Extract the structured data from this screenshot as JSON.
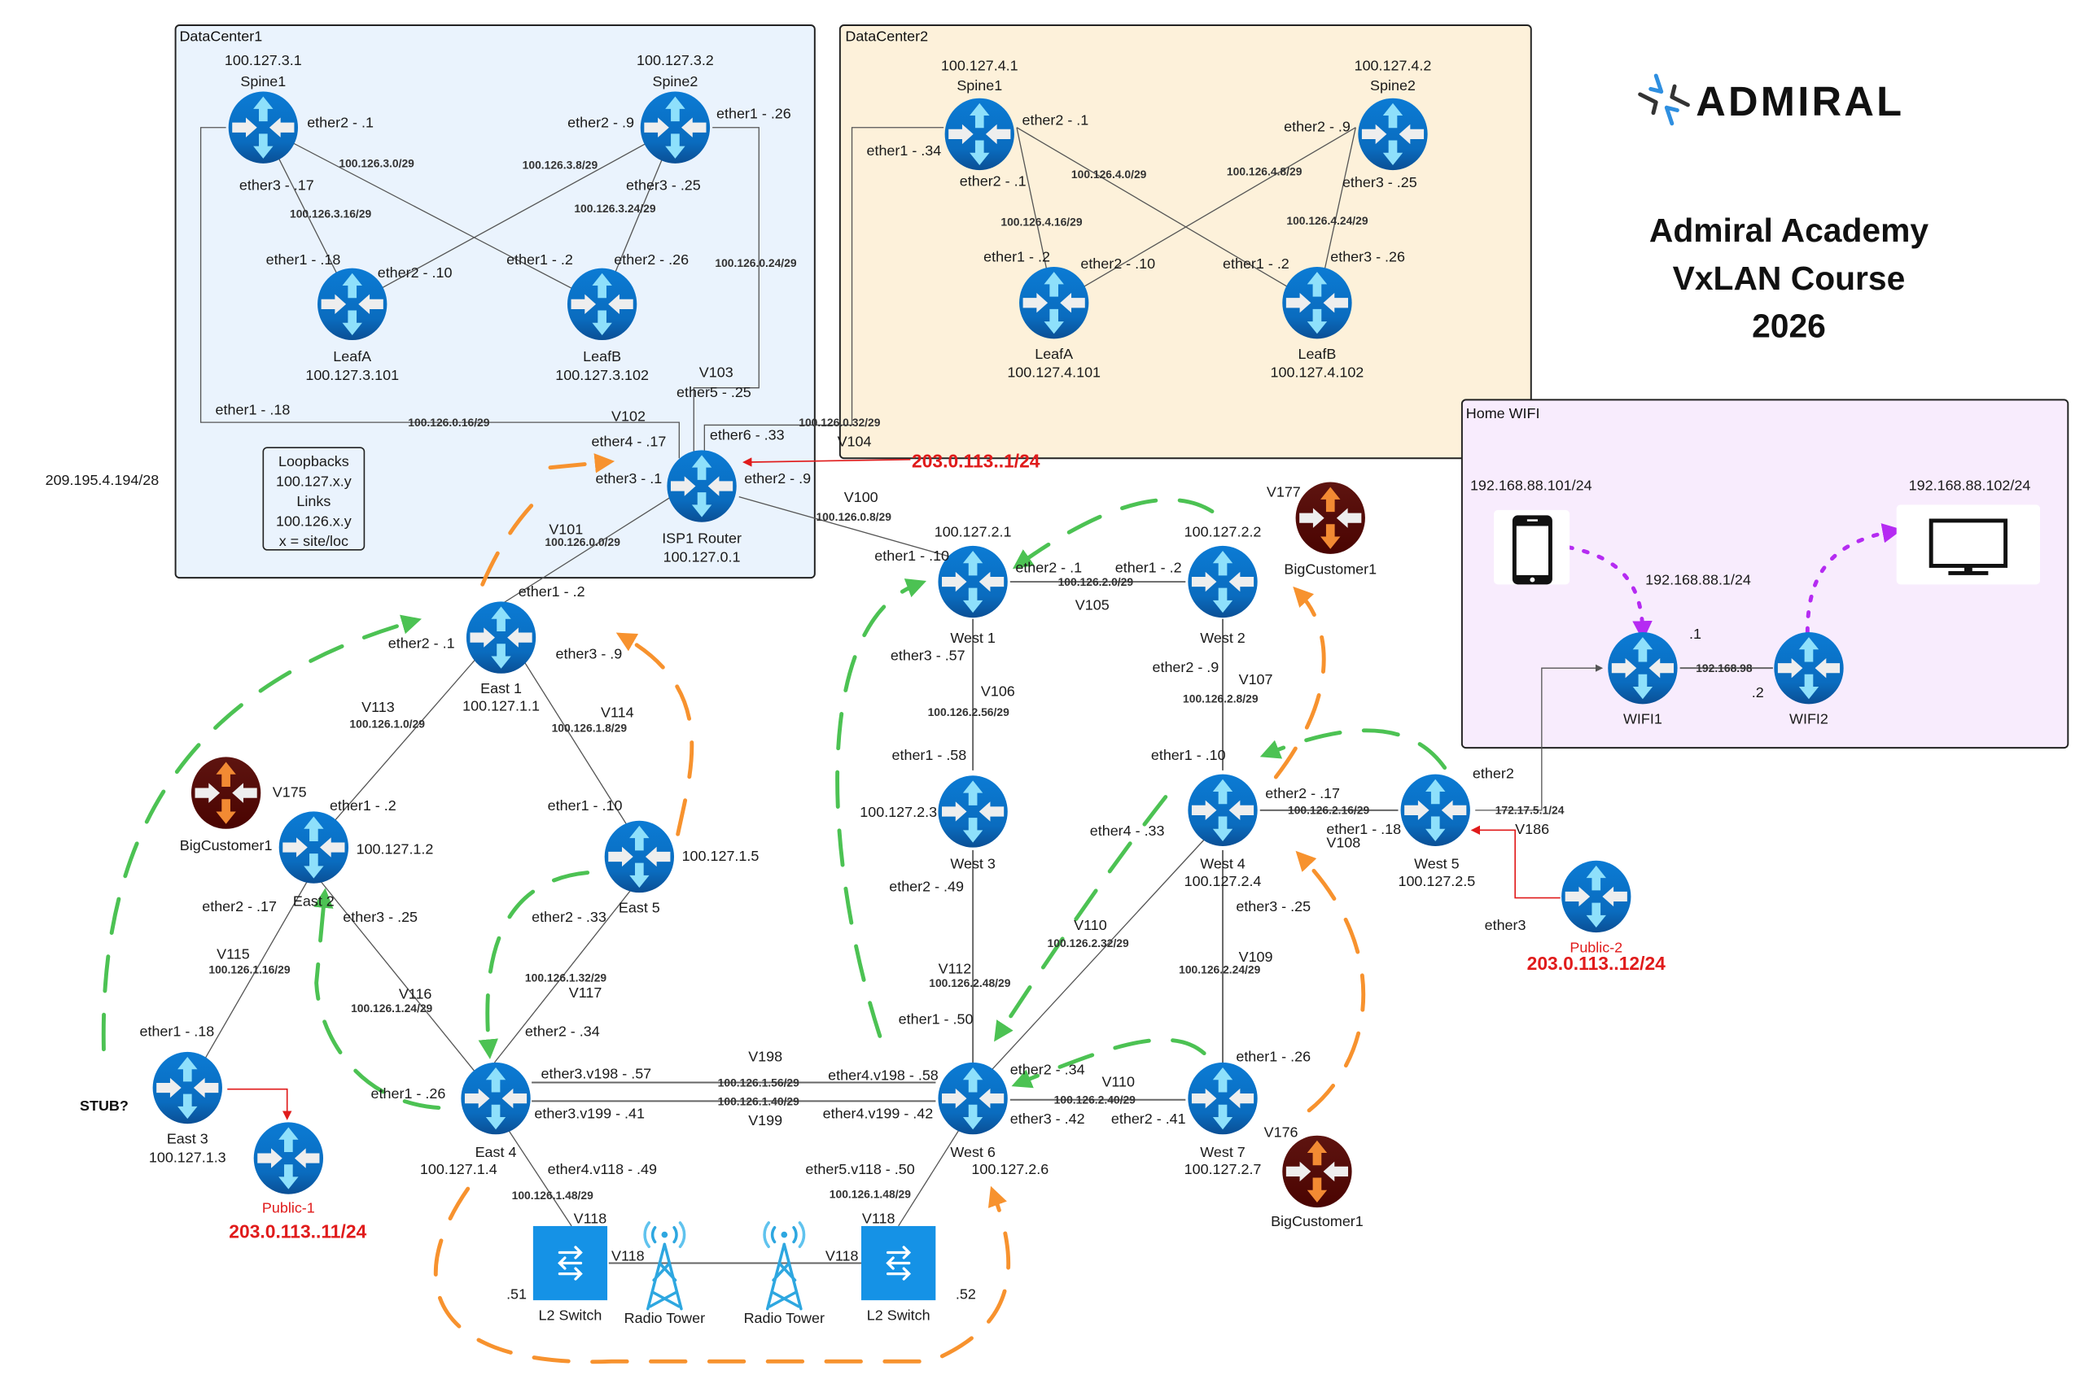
{
  "title": {
    "lines": [
      "Admiral Academy",
      "VxLAN Course",
      "2026"
    ]
  },
  "logo": {
    "text": "ADMIRAL",
    "icon": "compass-logo-icon"
  },
  "colors": {
    "router_blue": "#0b72c4",
    "router_dark_blue": "#0a5aa0",
    "customer_router": "#5a0a06",
    "customer_arrow": "#f28a33",
    "arrow_light": "#8ee0fb",
    "green_path": "#4cc253",
    "orange_path": "#f7922e",
    "purple_path": "#b52bf2",
    "public_red": "#e01b1b",
    "dc1_bg": "#eaf3fd",
    "dc2_bg": "#fdf1da",
    "wifi_bg": "#f8ecfd",
    "switch_blue": "#1592e6"
  },
  "groups": {
    "dc1": "DataCenter1",
    "dc2": "DataCenter2",
    "wifi": "Home WIFI"
  },
  "legend_box": {
    "lines": [
      "Loopbacks",
      "100.127.x.y",
      "Links",
      "100.126.x.y",
      "x = site/loc"
    ]
  },
  "floating": {
    "wan_ip": "209.195.4.194/28",
    "stub": "STUB?",
    "isp_public": "203.0.113..1/24"
  },
  "nodes": {
    "dc1_spine1": {
      "name": "Spine1",
      "ip": "100.127.3.1"
    },
    "dc1_spine2": {
      "name": "Spine2",
      "ip": "100.127.3.2"
    },
    "dc1_leafa": {
      "name": "LeafA",
      "ip": "100.127.3.101"
    },
    "dc1_leafb": {
      "name": "LeafB",
      "ip": "100.127.3.102"
    },
    "isp1": {
      "name": "ISP1 Router",
      "ip": "100.127.0.1"
    },
    "dc2_spine1": {
      "name": "Spine1",
      "ip": "100.127.4.1"
    },
    "dc2_spine2": {
      "name": "Spine2",
      "ip": "100.127.4.2"
    },
    "dc2_leafa": {
      "name": "LeafA",
      "ip": "100.127.4.101"
    },
    "dc2_leafb": {
      "name": "LeafB",
      "ip": "100.127.4.102"
    },
    "east1": {
      "name": "East 1",
      "ip": "100.127.1.1"
    },
    "east2": {
      "name": "East 2",
      "ip": "100.127.1.2"
    },
    "east3": {
      "name": "East 3",
      "ip": "100.127.1.3"
    },
    "east4": {
      "name": "East 4",
      "ip": "100.127.1.4"
    },
    "east5": {
      "name": "East 5",
      "ip": "100.127.1.5"
    },
    "west1": {
      "name": "West 1",
      "ip": "100.127.2.1"
    },
    "west2": {
      "name": "West 2",
      "ip": "100.127.2.2"
    },
    "west3": {
      "name": "West 3",
      "ip": "100.127.2.3"
    },
    "west4": {
      "name": "West 4",
      "ip": "100.127.2.4"
    },
    "west5": {
      "name": "West 5",
      "ip": "100.127.2.5"
    },
    "west6": {
      "name": "West 6",
      "ip": "100.127.2.6"
    },
    "west7": {
      "name": "West 7",
      "ip": "100.127.2.7"
    },
    "public1": {
      "name": "Public-1",
      "ip": "203.0.113..11/24"
    },
    "public2": {
      "name": "Public-2",
      "ip": "203.0.113..12/24"
    },
    "bigcust_east": {
      "name": "BigCustomer1",
      "vlan": "V175"
    },
    "bigcust_west2": {
      "name": "BigCustomer1",
      "vlan": "V177"
    },
    "bigcust_west7": {
      "name": "BigCustomer1",
      "vlan": "V176"
    },
    "wifi1": {
      "name": "WIFI1"
    },
    "wifi2": {
      "name": "WIFI2"
    },
    "phone": {
      "ip": "192.168.88.101/24"
    },
    "tv": {
      "ip": "192.168.88.102/24"
    },
    "l2sw_left": {
      "name": "L2 Switch",
      "addr": ".51",
      "vlan": "V118"
    },
    "l2sw_right": {
      "name": "L2 Switch",
      "addr": ".52",
      "vlan": "V118"
    },
    "tower_left": {
      "name": "Radio Tower"
    },
    "tower_right": {
      "name": "Radio Tower"
    }
  },
  "labels": {
    "dc1": {
      "s1_e2": "ether2 - .1",
      "s1_e3": "ether3 - .17",
      "s2_e2": "ether2 - .9",
      "s2_e1": "ether1 - .26",
      "s2_e3": "ether3 - .25",
      "la_e1": "ether1 - .18",
      "la_e2": "ether2 - .10",
      "lb_e1": "ether1 - .2",
      "lb_e2": "ether2 - .26",
      "net_s1_lb": "100.126.3.0/29",
      "net_s2_la": "100.126.3.8/29",
      "net_s1_la": "100.126.3.16/29",
      "net_s2_lb": "100.126.3.24/29",
      "net_s2_isp": "100.126.0.24/29",
      "net_s1_isp": "100.126.0.16/29",
      "s1_isp_e1": "ether1 - .18",
      "v103": "V103",
      "isp_e5": "ether5 - .25",
      "v102": "V102",
      "isp_e4": "ether4 - .17",
      "isp_e6": "ether6 - .33",
      "isp_e3": "ether3 - .1",
      "isp_e2": "ether2 - .9",
      "net_isp_dc2": "100.126.0.32/29",
      "v104": "V104",
      "v101": "V101",
      "net_isp_e1": "100.126.0.0/29",
      "v100": "V100",
      "net_isp_w1": "100.126.0.8/29"
    },
    "dc2": {
      "s1_e2a": "ether2 - .1",
      "s1_e1": "ether1 - .34",
      "s1_e2b": "ether2 - .1",
      "s2_e2": "ether2 - .9",
      "s2_e3": "ether3 - .25",
      "la_e1": "ether1 - .2",
      "la_e2": "ether2 - .10",
      "lb_e1": "ether1 - .2",
      "lb_e3": "ether3 - .26",
      "net_s1_lb": "100.126.4.0/29",
      "net_s2_la": "100.126.4.8/29",
      "net_s1_la": "100.126.4.16/29",
      "net_s2_lb": "100.126.4.24/29"
    },
    "east": {
      "e1_e1": "ether1 - .2",
      "e1_e2": "ether2 - .1",
      "e1_e3": "ether3 - .9",
      "v113": "V113",
      "net113": "100.126.1.0/29",
      "v114": "V114",
      "net114": "100.126.1.8/29",
      "e2_e1": "ether1 - .2",
      "e2_e2": "ether2 - .17",
      "e2_e3": "ether3 - .25",
      "e5_e1": "ether1 - .10",
      "e5_e2": "ether2 - .33",
      "v115": "V115",
      "net115": "100.126.1.16/29",
      "v116": "V116",
      "net116": "100.126.1.24/29",
      "net117": "100.126.1.32/29",
      "v117": "V117",
      "e3_e1": "ether1 - .18",
      "e4_e2": "ether2 - .34",
      "e4_e1": "ether1 - .26",
      "e4_v198": "ether3.v198 - .57",
      "e4_v199": "ether3.v199 - .41",
      "e4_v118": "ether4.v118 - .49",
      "net118_l": "100.126.1.48/29"
    },
    "trunk": {
      "v198": "V198",
      "net198": "100.126.1.56/29",
      "v199": "V199",
      "net199": "100.126.1.40/29",
      "v118a": "V118",
      "v118b": "V118",
      "v118c": "V118",
      "v118d": "V118"
    },
    "west": {
      "w1_e1": "ether1 - .10",
      "w1_e2": "ether2 - .1",
      "w1_e3": "ether3 - .57",
      "w2_e1": "ether1 - .2",
      "w2_e2": "ether2 - .9",
      "net105": "100.126.2.0/29",
      "v105": "V105",
      "v106": "V106",
      "net106": "100.126.2.56/29",
      "v107": "V107",
      "net107": "100.126.2.8/29",
      "w3_e1": "ether1 - .58",
      "w3_e2": "ether2 - .49",
      "w4_e1": "ether1 - .10",
      "w4_e2": "ether2 - .17",
      "w4_e4": "ether4 - .33",
      "w4_e3": "ether3 - .25",
      "net108": "100.126.2.16/29",
      "w5_e1": "ether1 - .18",
      "v108": "V108",
      "w5_e2": "ether2",
      "net186": "172.17.5.1/24",
      "v186": "V186",
      "w5_e3": "ether3",
      "v110": "V110",
      "net110": "100.126.2.32/29",
      "v112": "V112",
      "net112": "100.126.2.48/29",
      "v109": "V109",
      "net109": "100.126.2.24/29",
      "w6_e1": "ether1 - .50",
      "w6_e2": "ether2 - .34",
      "w6_v198": "ether4.v198 - .58",
      "w6_v199": "ether4.v199 - .42",
      "w6_e3": "ether3 - .42",
      "w6_v118": "ether5.v118 - .50",
      "net118_r": "100.126.1.48/29",
      "v110b": "V110",
      "net110b": "100.126.2.40/29",
      "w7_e1": "ether1 - .26",
      "w7_e2": "ether2 - .41"
    },
    "wifi": {
      "gw": "192.168.88.1/24",
      "w1_addr": ".1",
      "w2_addr": ".2",
      "net": "192.168.98"
    }
  }
}
